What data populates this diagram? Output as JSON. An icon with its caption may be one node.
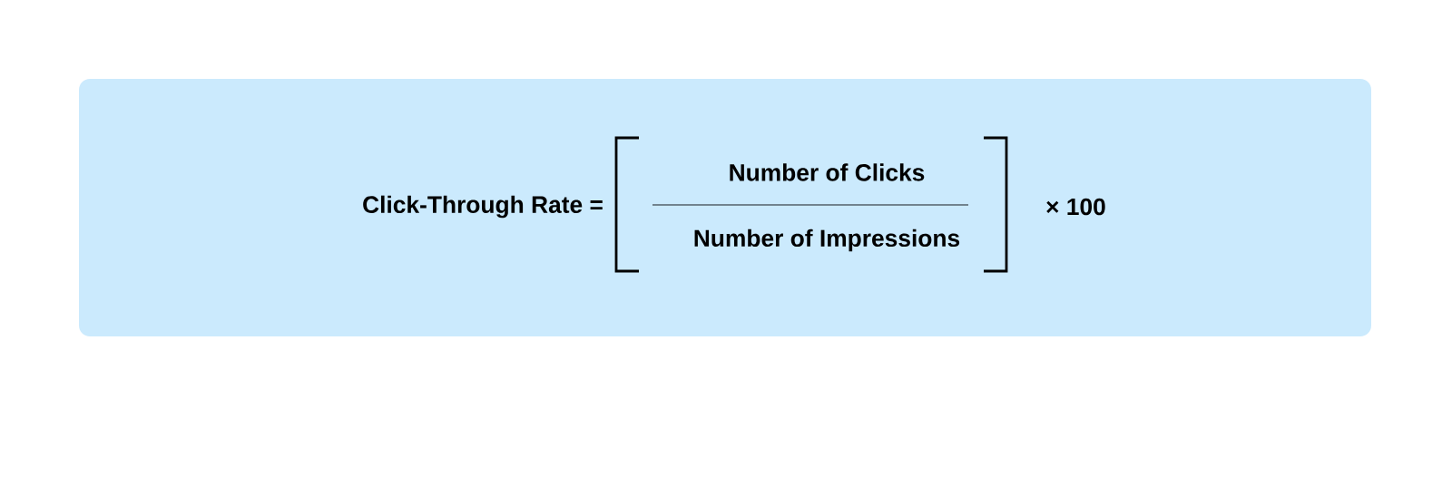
{
  "diagram": {
    "nodes": [
      {
        "text": [
          "Click-Through Rate =",
          "Number of Clicks",
          "Number of Impressions",
          "× 100"
        ]
      }
    ]
  }
}
